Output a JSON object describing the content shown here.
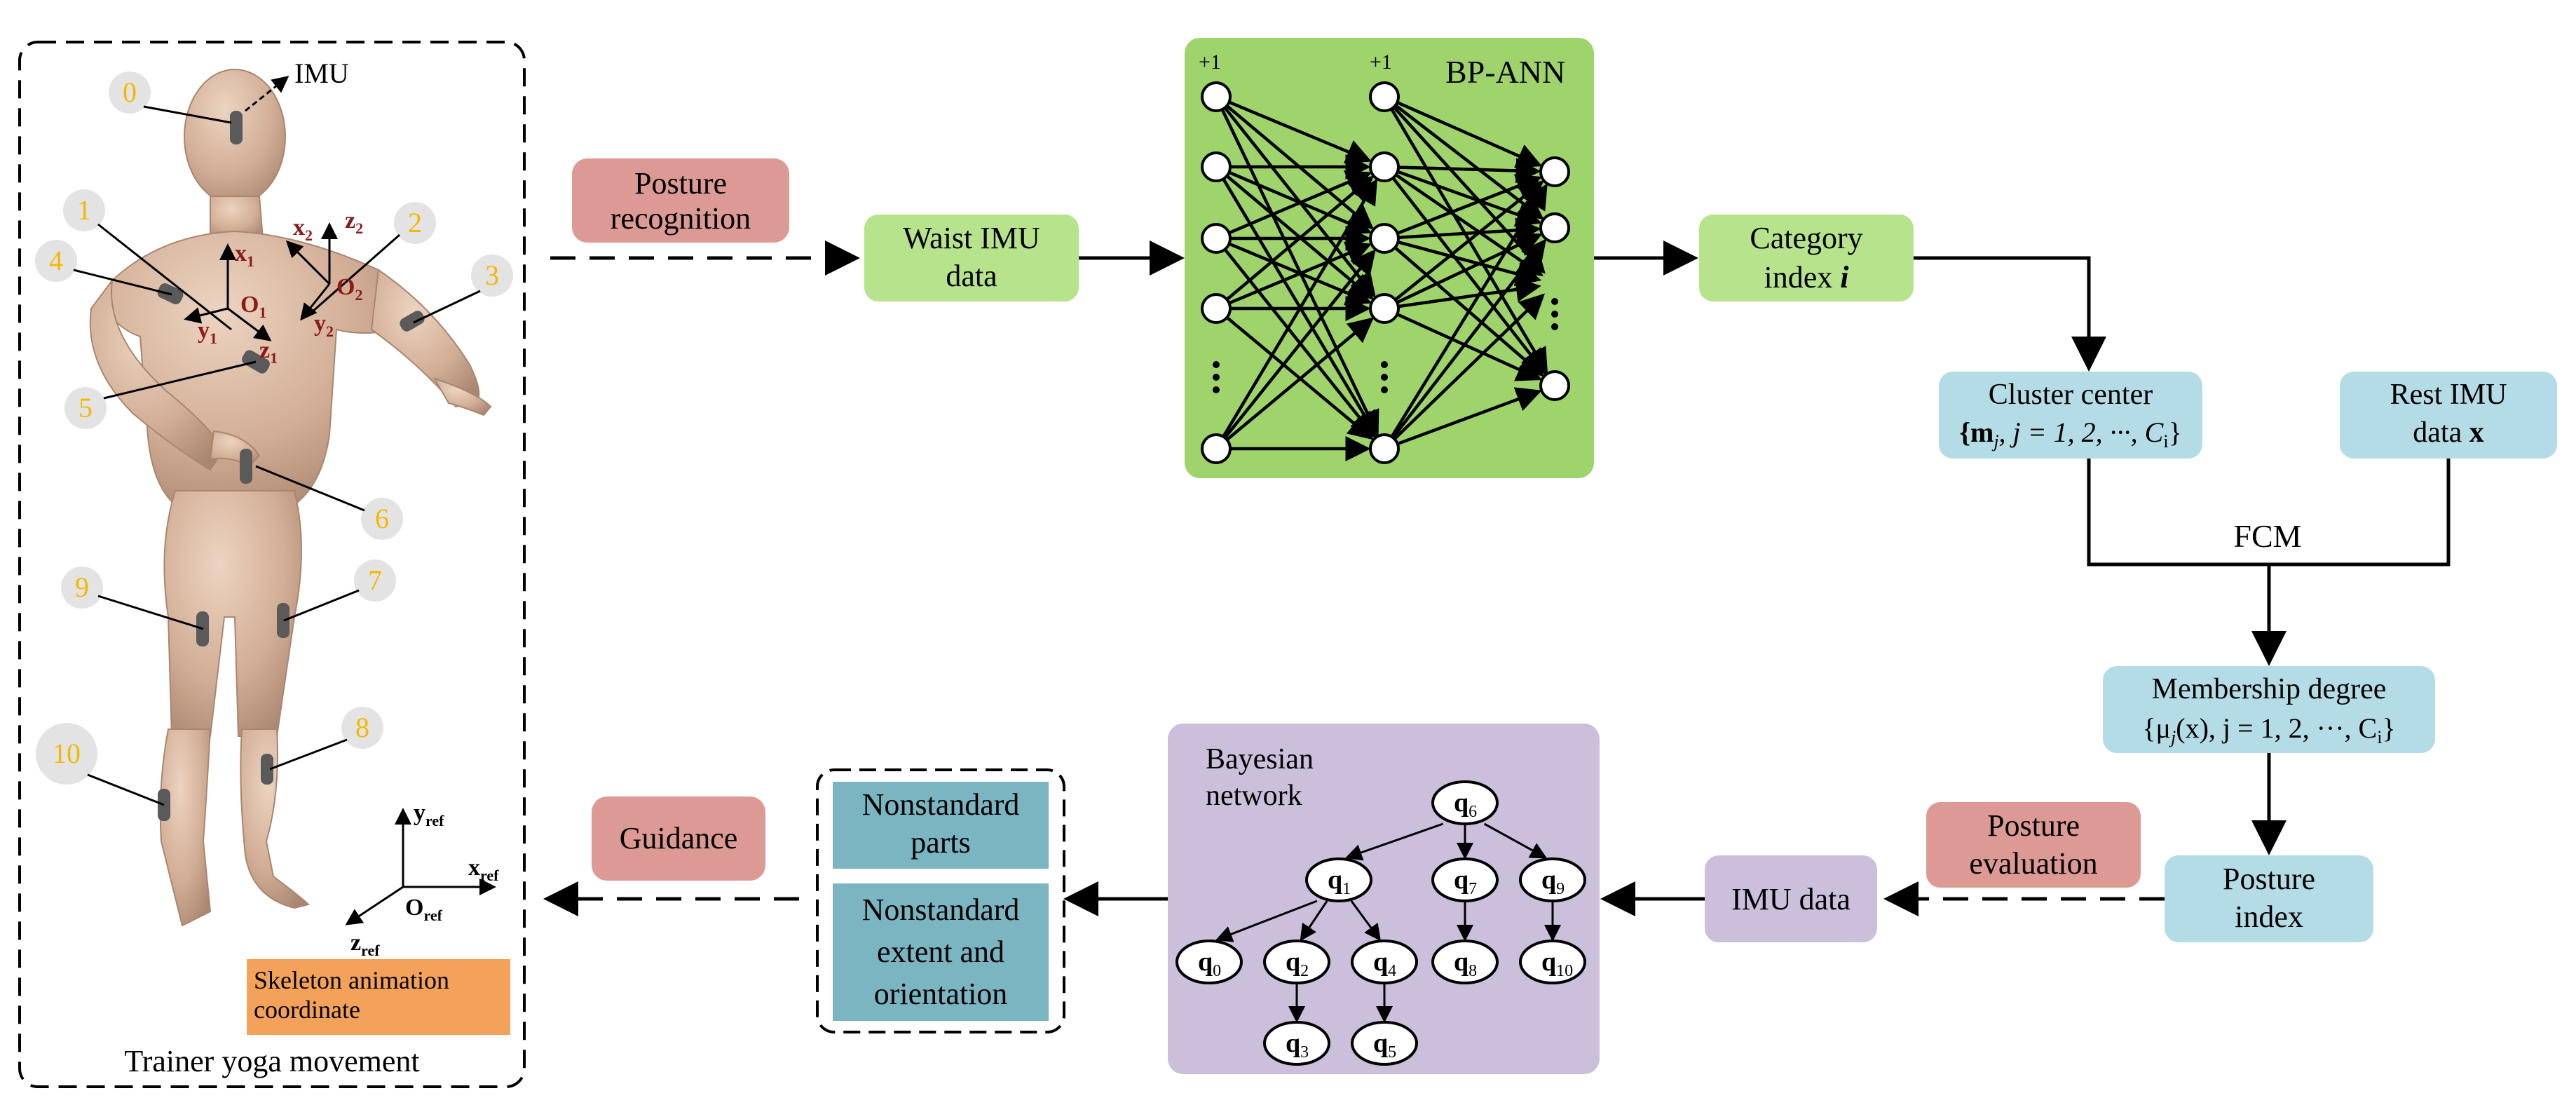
{
  "trainer_panel": {
    "caption": "Trainer yoga movement",
    "imu_label": "IMU",
    "sensor_numbers": [
      "0",
      "1",
      "2",
      "3",
      "4",
      "5",
      "6",
      "7",
      "8",
      "9",
      "10"
    ],
    "axes_sensor1": {
      "x": "x",
      "x_sub": "1",
      "y": "y",
      "y_sub": "1",
      "z": "z",
      "z_sub": "1",
      "o": "O",
      "o_sub": "1"
    },
    "axes_sensor2": {
      "x": "x",
      "x_sub": "2",
      "y": "y",
      "y_sub": "2",
      "z": "z",
      "z_sub": "2",
      "o": "O",
      "o_sub": "2"
    },
    "ref_axes": {
      "x": "x",
      "y": "y",
      "z": "z",
      "o": "O",
      "sub": "ref"
    },
    "skeleton_label_line1": "Skeleton animation",
    "skeleton_label_line2": "coordinate"
  },
  "nodes": {
    "posture_recognition": [
      "Posture",
      "recognition"
    ],
    "waist_imu": [
      "Waist IMU",
      "data"
    ],
    "bp_ann": "BP-ANN",
    "bias": "+1",
    "category_index": [
      "Category",
      "index",
      "i"
    ],
    "cluster_center": [
      "Cluster center",
      "{m",
      "j",
      ", j = 1, 2, ···, C",
      "i",
      "}"
    ],
    "rest_imu": [
      "Rest IMU",
      "data",
      "x"
    ],
    "fcm": "FCM",
    "membership": [
      "Membership degree",
      "{μ",
      "j",
      "(x), j = 1, 2, ···, C",
      "i",
      "}"
    ],
    "posture_index": [
      "Posture",
      "index"
    ],
    "posture_evaluation": [
      "Posture",
      "evaluation"
    ],
    "imu_data": "IMU data",
    "bayesian": [
      "Bayesian",
      "network"
    ],
    "nonstandard_parts": [
      "Nonstandard",
      "parts"
    ],
    "nonstandard_extent": [
      "Nonstandard",
      "extent and",
      "orientation"
    ],
    "guidance": "Guidance"
  },
  "bayes_nodes": [
    "q6",
    "q1",
    "q7",
    "q9",
    "q0",
    "q2",
    "q4",
    "q8",
    "q10",
    "q3",
    "q5"
  ],
  "colors": {
    "red_box": "#dd9a95",
    "green_box": "#b6e38b",
    "green_dark": "#9ed46b",
    "blue_box": "#b4dce7",
    "purple_box": "#cbbfdc",
    "teal_box": "#7ab5c1",
    "orange_box": "#f4a259",
    "yellow_number": "#f5b800",
    "circle_gray": "#e3e3e3",
    "axis_red": "#8b1a1a",
    "skin": "#d8b7a0",
    "skin_dark": "#b08f78",
    "sensor": "#5a5a5a"
  }
}
